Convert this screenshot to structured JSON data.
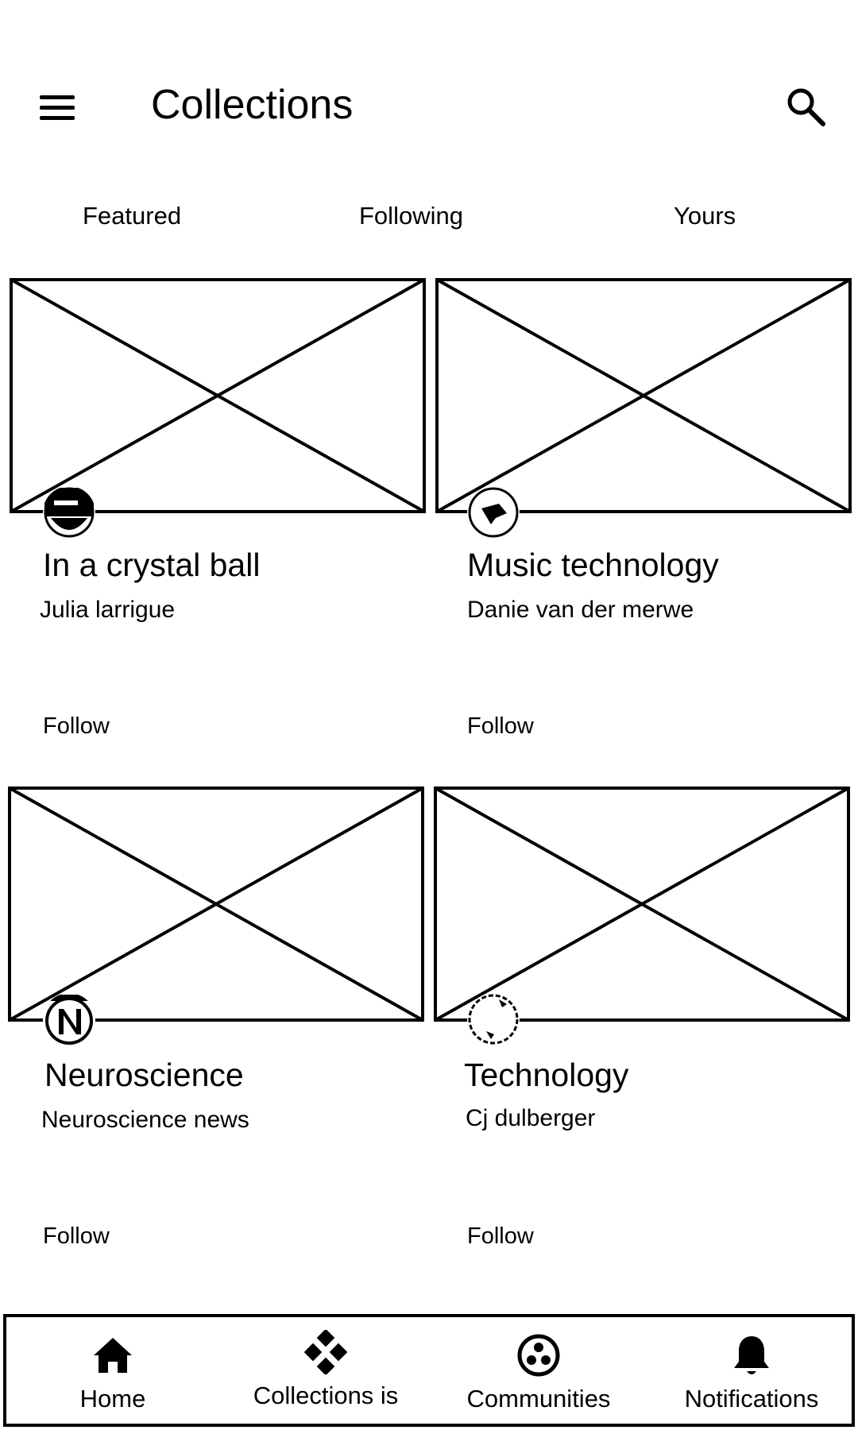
{
  "header": {
    "title": "Collections",
    "menu_icon": "hamburger-menu-icon",
    "search_icon": "search-icon"
  },
  "tabs": [
    {
      "label": "Featured"
    },
    {
      "label": "Following"
    },
    {
      "label": "Yours"
    }
  ],
  "collections": [
    {
      "title": "In a crystal ball",
      "author": "Julia larrigue",
      "follow_label": "Follow",
      "image": "image-placeholder",
      "avatar": "avatar-icon"
    },
    {
      "title": "Music technology",
      "author": "Danie van der merwe",
      "follow_label": "Follow",
      "image": "image-placeholder",
      "avatar": "avatar-icon"
    },
    {
      "title": "Neuroscience",
      "author": "Neuroscience news",
      "follow_label": "Follow",
      "image": "image-placeholder",
      "avatar": "avatar-icon"
    },
    {
      "title": "Technology",
      "author": "Cj dulberger",
      "follow_label": "Follow",
      "image": "image-placeholder",
      "avatar": "avatar-icon"
    }
  ],
  "bottom_nav": [
    {
      "label": "Home",
      "icon": "home-icon"
    },
    {
      "label": "Collections is",
      "icon": "collections-icon"
    },
    {
      "label": "Communities",
      "icon": "communities-icon"
    },
    {
      "label": "Notifications",
      "icon": "bell-icon"
    }
  ]
}
